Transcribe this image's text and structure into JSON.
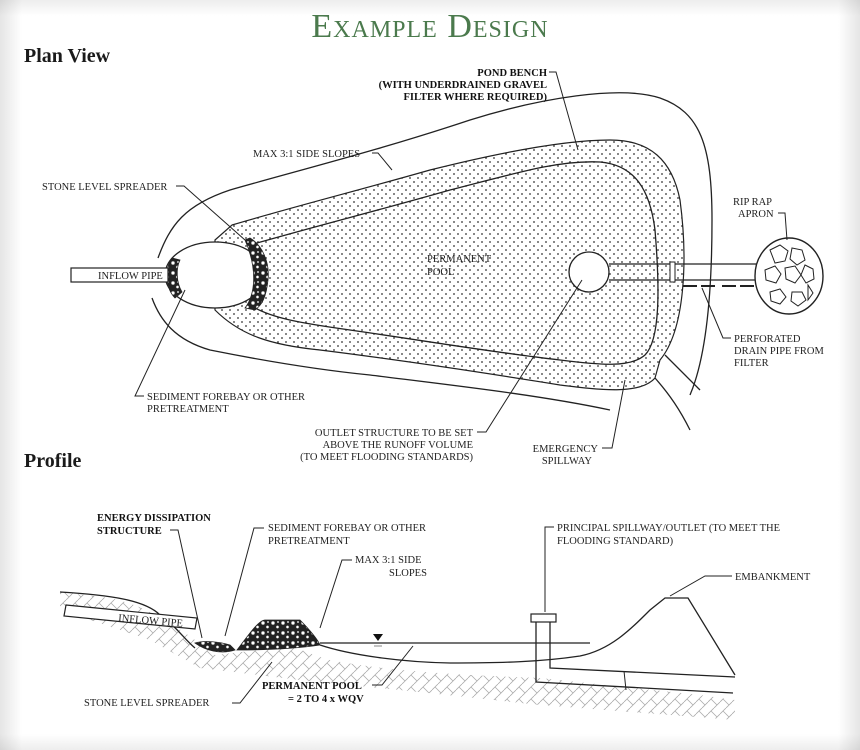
{
  "title": "Example Design",
  "plan_view": {
    "heading": "Plan View",
    "labels": {
      "pond_bench": [
        "POND BENCH",
        "(WITH UNDERDRAINED GRAVEL",
        "FILTER WHERE REQUIRED)"
      ],
      "side_slopes": "MAX 3:1 SIDE SLOPES",
      "stone_level_spreader": "STONE LEVEL SPREADER",
      "inflow_pipe": "INFLOW PIPE",
      "permanent_pool": [
        "PERMANENT",
        "POOL"
      ],
      "rip_rap_apron": [
        "RIP RAP",
        "APRON"
      ],
      "perforated_drain": [
        "PERFORATED",
        "DRAIN PIPE FROM",
        "FILTER"
      ],
      "sediment_forebay": [
        "SEDIMENT FOREBAY OR OTHER",
        "PRETREATMENT"
      ],
      "outlet_structure": [
        "OUTLET STRUCTURE TO BE SET",
        "ABOVE THE RUNOFF VOLUME",
        "(TO MEET FLOODING STANDARDS)"
      ],
      "emergency_spillway": [
        "EMERGENCY",
        "SPILLWAY"
      ]
    }
  },
  "profile": {
    "heading": "Profile",
    "labels": {
      "energy_dissipation": [
        "ENERGY DISSIPATION",
        "STRUCTURE"
      ],
      "sediment_forebay": [
        "SEDIMENT FOREBAY OR OTHER",
        "PRETREATMENT"
      ],
      "side_slopes": [
        "MAX 3:1 SIDE",
        "SLOPES"
      ],
      "principal_spillway": [
        "PRINCIPAL SPILLWAY/OUTLET (TO MEET THE",
        "FLOODING STANDARD)"
      ],
      "embankment": "EMBANKMENT",
      "inflow_pipe": "INFLOW PIPE",
      "stone_level_spreader": "STONE LEVEL SPREADER",
      "permanent_pool": [
        "PERMANENT POOL",
        "= 2 TO 4 x WQV"
      ]
    }
  },
  "colors": {
    "title": "#4b7a4d",
    "ink": "#222222"
  }
}
